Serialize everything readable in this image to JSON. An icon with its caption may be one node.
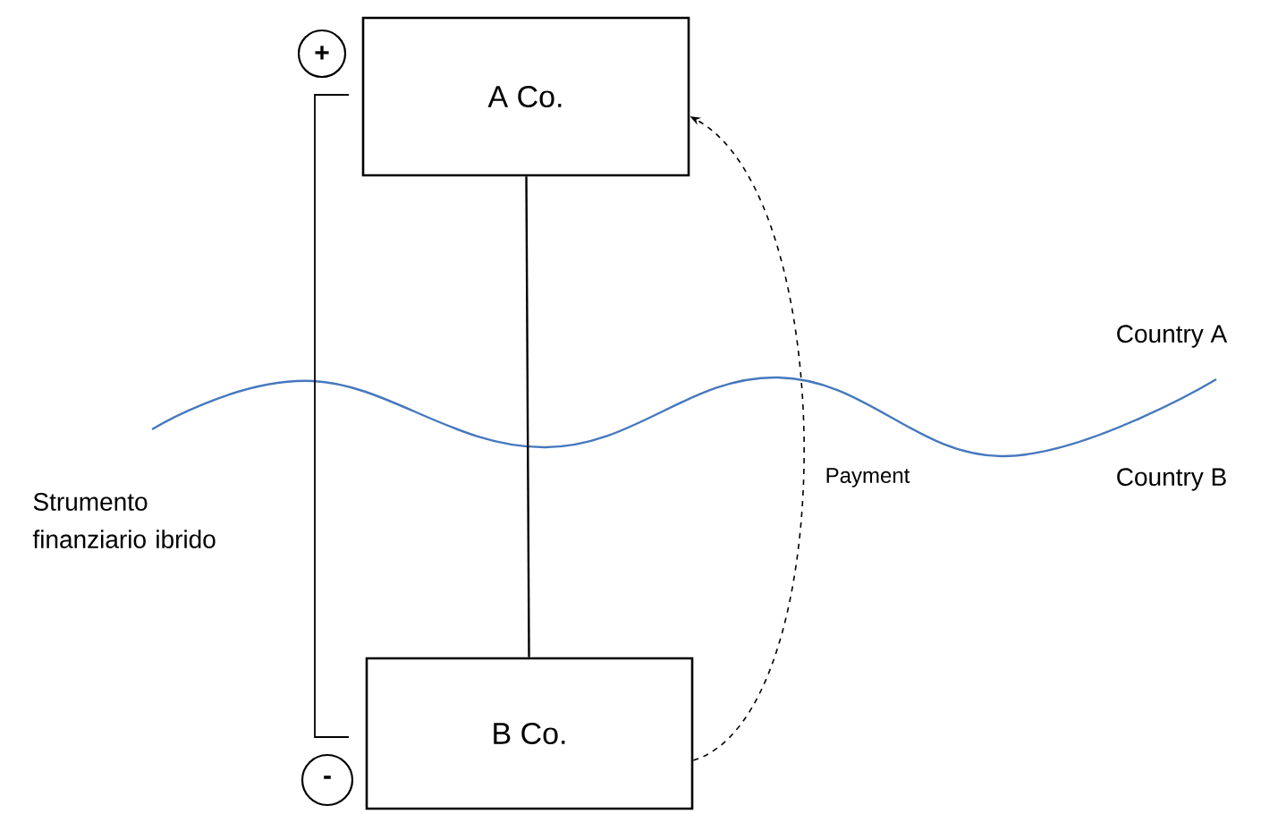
{
  "diagram": {
    "nodes": [
      {
        "text": [
          "A Co."
        ]
      },
      {
        "text": [
          "B Co."
        ]
      },
      {
        "text": [
          "+"
        ]
      },
      {
        "text": [
          "-"
        ]
      }
    ],
    "edges": [
      {
        "from": 0,
        "to": 1,
        "arrow": "none"
      },
      {
        "from": 1,
        "to": 0,
        "arrow": "to",
        "style": "dashed",
        "label": "Payment"
      }
    ],
    "labels": [
      "Country A",
      "Strumento finanziario ibrido",
      "Country B"
    ]
  }
}
